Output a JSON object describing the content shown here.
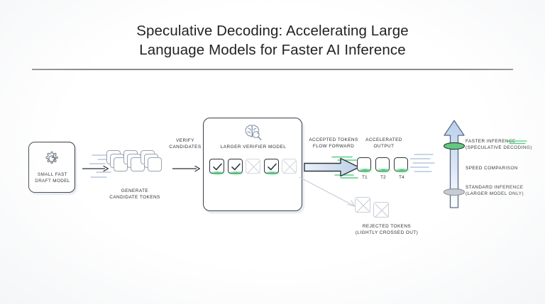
{
  "title": {
    "line1": "Speculative Decoding: Accelerating Large",
    "line2": "Language Models for Faster AI Inference"
  },
  "draft_model": {
    "label": "SMALL FAST\nDRAFT MODEL",
    "icon": "gear-bolt-icon"
  },
  "generate_step": {
    "caption": "GENERATE\nCANDIDATE TOKENS"
  },
  "verify_step": {
    "caption": "VERIFY\nCANDIDATES"
  },
  "verifier": {
    "label": "LARGER VERIFIER MODEL",
    "icon": "brain-magnifier-icon",
    "tokens": [
      {
        "state": "accepted",
        "icon": "check-icon"
      },
      {
        "state": "accepted",
        "icon": "check-icon"
      },
      {
        "state": "rejected",
        "icon": "cross-box-icon"
      },
      {
        "state": "accepted",
        "icon": "check-icon"
      },
      {
        "state": "rejected",
        "icon": "cross-box-icon"
      }
    ]
  },
  "accepted_flow": {
    "caption": "ACCEPTED TOKENS\nFLOW FORWARD"
  },
  "accelerated_output": {
    "caption": "ACCELERATED\nOUTPUT",
    "tokens": [
      {
        "label": "T1"
      },
      {
        "label": "T2"
      },
      {
        "label": "T4"
      }
    ]
  },
  "rejected": {
    "caption": "REJECTED TOKENS\n(LIGHTLY CROSSED OUT)",
    "count": 2
  },
  "speed_comparison": {
    "center_label": "SPEED COMPARISON",
    "top_label": "FASTER INFERENCE\n(SPECULATIVE DECODING)",
    "bottom_label": "STANDARD INFERENCE\n(LARGER MODEL ONLY)"
  },
  "colors": {
    "ink": "#2b2d31",
    "outline": "#3a3f4a",
    "accent_green": "#3cc86e",
    "accent_blue": "#a8bcd8",
    "muted": "#c9ced6",
    "rule": "#8a8a8d"
  }
}
